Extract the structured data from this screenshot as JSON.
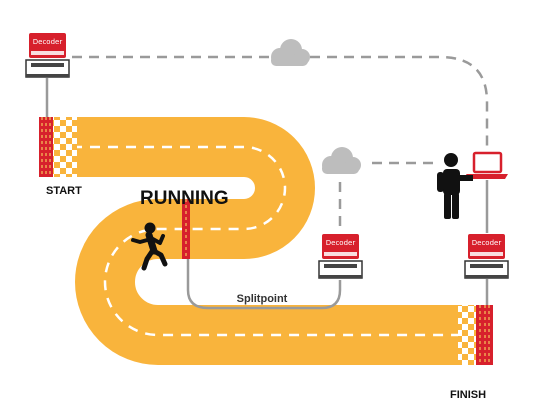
{
  "labels": {
    "start": "START",
    "finish": "FINISH",
    "running": "RUNNING",
    "splitpoint": "Splitpoint"
  },
  "decoder_label": "Decoder",
  "colors": {
    "track": "#f9b43c",
    "accent": "#d7202c",
    "link": "#9a9a9a",
    "cloud": "#bdbdbd",
    "person": "#111111"
  },
  "icons": [
    "decoder-laptop-icon",
    "cloud-icon",
    "runner-icon",
    "person-icon",
    "laptop-icon",
    "timing-mat-icon"
  ]
}
